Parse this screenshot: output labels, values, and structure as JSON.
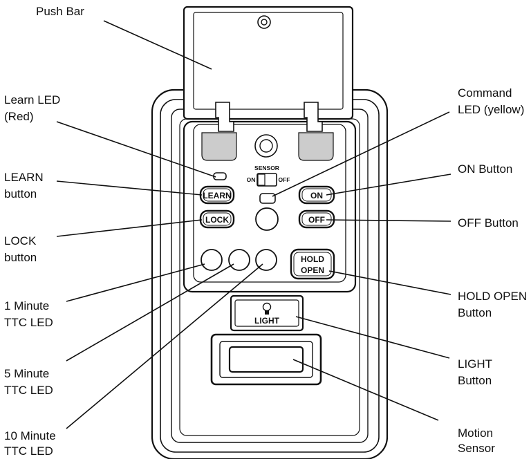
{
  "callouts": {
    "push_bar": [
      "Push Bar"
    ],
    "learn_led": [
      "Learn LED",
      "(Red)"
    ],
    "learn_button": [
      "LEARN",
      "button"
    ],
    "lock_button": [
      "LOCK",
      "button"
    ],
    "ttc_1min": [
      "1 Minute",
      "TTC LED"
    ],
    "ttc_5min": [
      "5 Minute",
      "TTC LED"
    ],
    "ttc_10min": [
      "10 Minute",
      "TTC LED"
    ],
    "command_led": [
      "Command",
      "LED (yellow)"
    ],
    "on_button": [
      "ON Button"
    ],
    "off_button": [
      "OFF Button"
    ],
    "hold_open_button": [
      "HOLD OPEN",
      "Button"
    ],
    "light_button": [
      "LIGHT",
      "Button"
    ],
    "motion_sensor": [
      "Motion",
      "Sensor"
    ]
  },
  "panel": {
    "learn": "LEARN",
    "lock": "LOCK",
    "on": "ON",
    "off": "OFF",
    "hold": "HOLD",
    "open": "OPEN",
    "light": "LIGHT",
    "sensor": "SENSOR",
    "sensor_on": "ON",
    "sensor_off": "OFF"
  },
  "colors": {
    "line": "#111111",
    "shade": "#cccccc",
    "background": "#ffffff"
  },
  "icons": {
    "light_button": "light-bulb-icon",
    "push_bar": "screw-hole-icon"
  }
}
